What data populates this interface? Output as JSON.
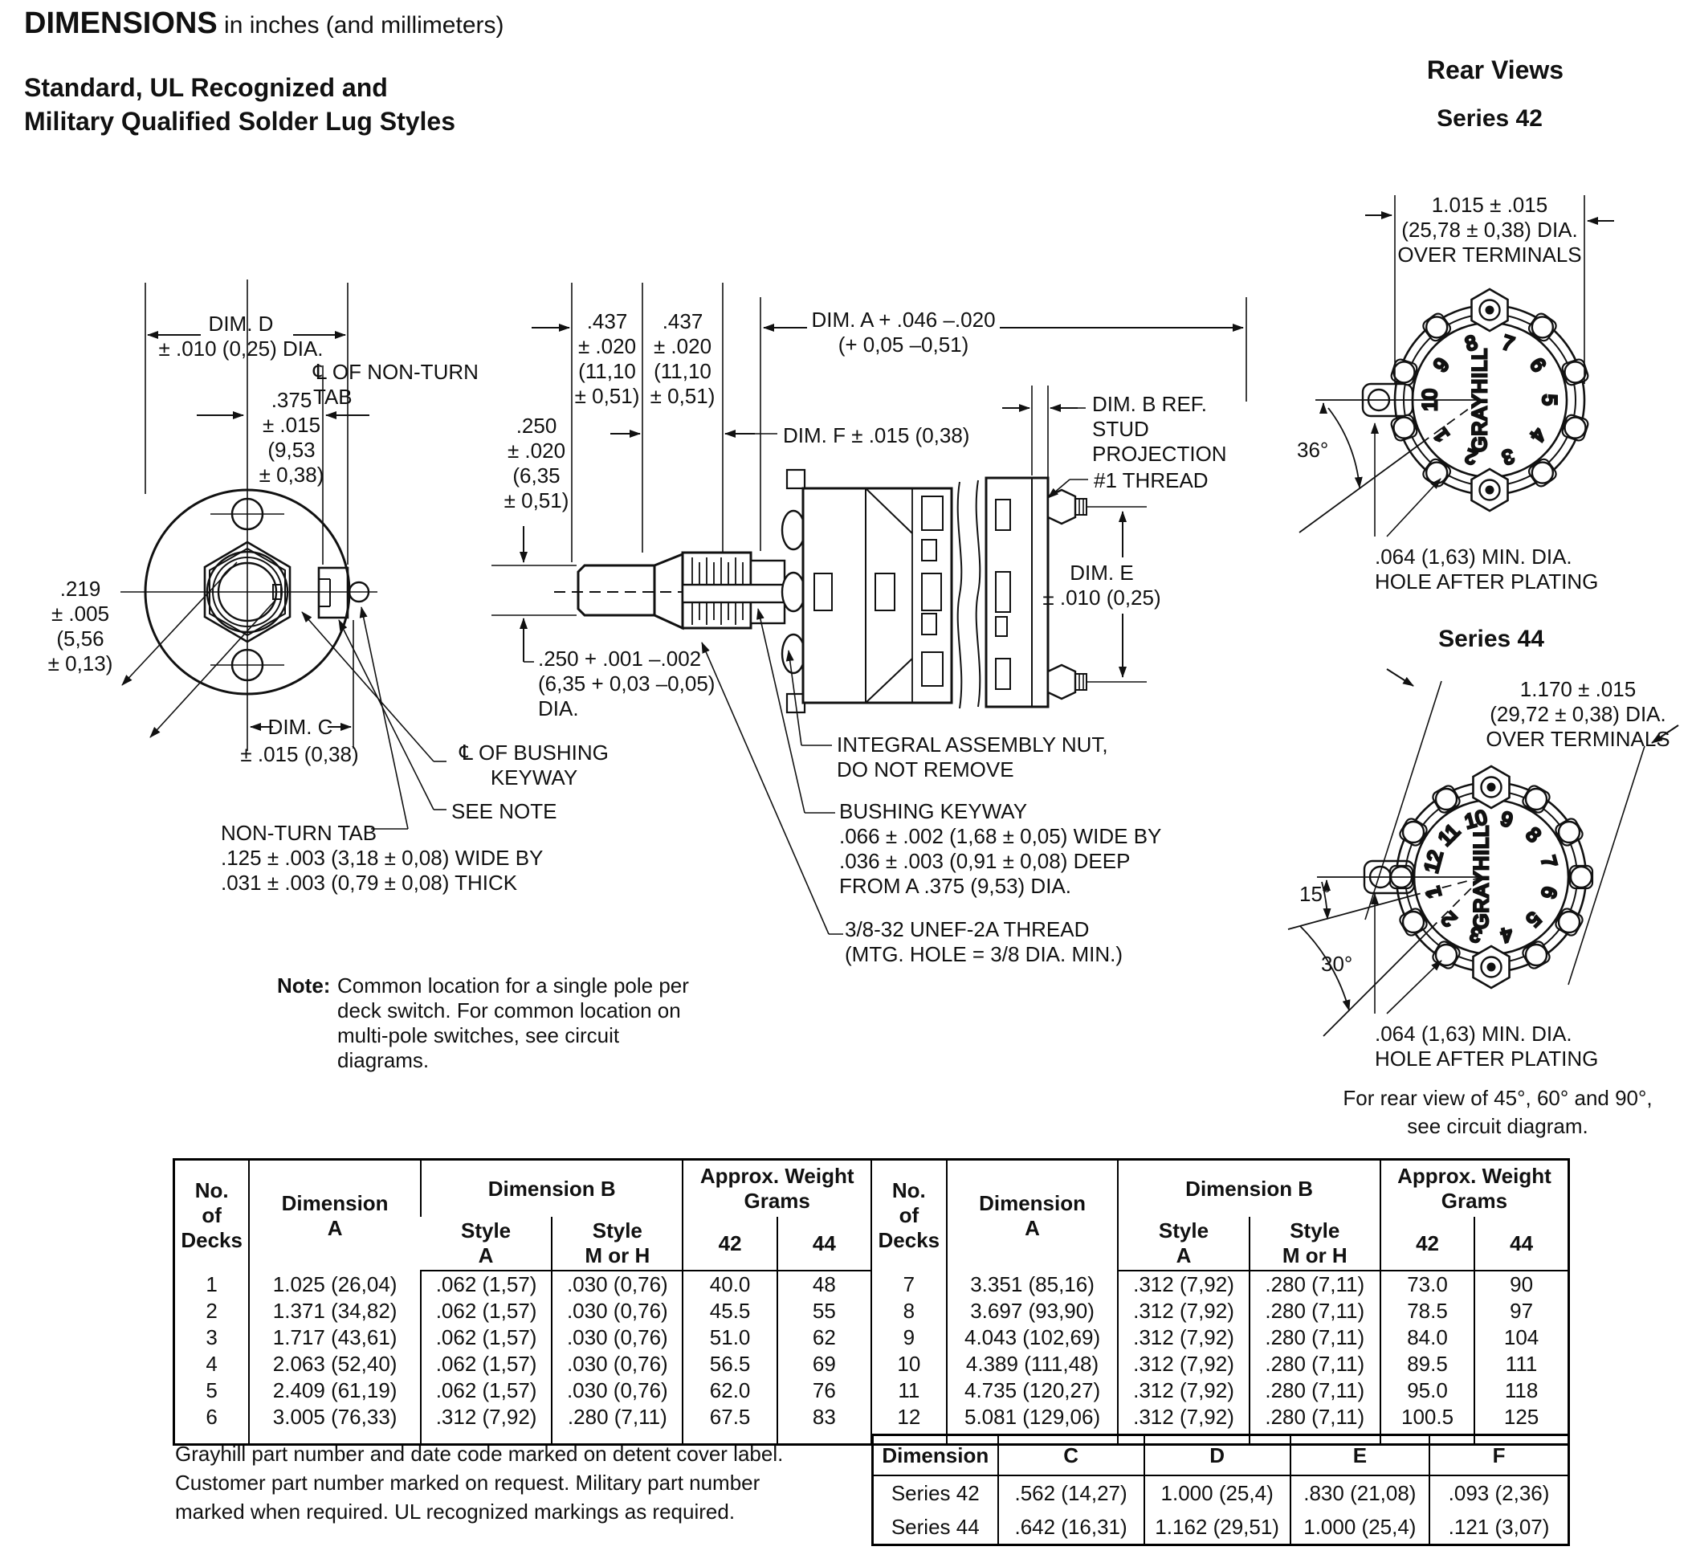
{
  "header": {
    "title": "DIMENSIONS",
    "title_suffix": " in inches (and millimeters)",
    "subtitle": "Standard, UL Recognized and\nMilitary Qualified Solder Lug Styles",
    "rear_views_heading": "Rear Views"
  },
  "front_view": {
    "dim_d": "DIM. D\n± .010 (0,25) DIA.",
    "centerline_non_turn": "℄ OF NON-TURN\nTAB",
    "dim_375": ".375\n± .015\n(9,53\n± 0,38)",
    "dim_219": ".219\n± .005\n(5,56\n± 0,13)",
    "dim_c": "DIM. C",
    "dim_c_tol": "± .015 (0,38)",
    "centerline_bushing": "℄ OF BUSHING\nKEYWAY",
    "see_note": "SEE NOTE",
    "non_turn_tab": "NON-TURN TAB\n.125 ± .003 (3,18 ± 0,08) WIDE BY\n.031 ± .003 (0,79 ± 0,08) THICK"
  },
  "side_view": {
    "dim_437_left": ".437\n± .020\n(11,10\n± 0,51)",
    "dim_437_right": ".437\n± .020\n(11,10\n± 0,51)",
    "dim_a": "DIM. A + .046 –.020\n(+ 0,05 –0,51)",
    "dim_250_shaft": ".250\n± .020\n(6,35\n± 0,51)",
    "dim_f": "DIM. F ± .015 (0,38)",
    "dim_b": "DIM. B REF.\nSTUD\nPROJECTION",
    "thread1": "#1 THREAD",
    "dim_e": "DIM. E\n± .010 (0,25)",
    "dim_250_bushing": ".250 + .001 –.002\n(6,35 + 0,03 –0,05)\nDIA.",
    "integral_nut": "INTEGRAL ASSEMBLY NUT,\nDO NOT REMOVE",
    "bushing_keyway": "BUSHING KEYWAY\n.066 ± .002 (1,68 ± 0,05) WIDE BY\n.036 ± .003 (0,91 ± 0,08) DEEP\nFROM A .375 (9,53) DIA.",
    "thread_spec": "3/8-32 UNEF-2A THREAD\n(MTG. HOLE = 3/8 DIA. MIN.)",
    "note_label": "Note:",
    "note_text": "Common location for a single pole per\ndeck switch. For common location on\nmulti-pole switches, see circuit\ndiagrams."
  },
  "series42": {
    "label": "Series 42",
    "dia": "1.015 ± .015\n(25,78 ± 0,38) DIA.\nOVER TERMINALS",
    "angle": "36°",
    "brand": "GRAYHILL",
    "positions": [
      "1",
      "2",
      "3",
      "4",
      "5",
      "6",
      "7",
      "8",
      "9",
      "10"
    ],
    "hole_note": ".064 (1,63) MIN. DIA.\nHOLE AFTER PLATING"
  },
  "series44": {
    "label": "Series 44",
    "dia": "1.170 ± .015\n(29,72 ± 0,38) DIA.\nOVER TERMINALS",
    "angle15": "15°",
    "angle30": "30°",
    "brand": "GRAYHILL",
    "positions": [
      "1",
      "2",
      "3",
      "4",
      "5",
      "6",
      "7",
      "8",
      "9",
      "10",
      "11",
      "12"
    ],
    "hole_note": ".064 (1,63) MIN. DIA.\nHOLE AFTER PLATING",
    "rear_view_note": "For rear view of 45°, 60° and 90°,\nsee circuit diagram."
  },
  "main_table": {
    "headers": {
      "decks": "No.\nof\nDecks",
      "dim_a": "Dimension\nA",
      "dim_b": "Dimension B",
      "style_a": "Style\nA",
      "style_mh": "Style\nM or H",
      "weight": "Approx. Weight\nGrams",
      "w42": "42",
      "w44": "44"
    },
    "rows_left": [
      [
        "1",
        "1.025 (26,04)",
        ".062 (1,57)",
        ".030 (0,76)",
        "40.0",
        "48"
      ],
      [
        "2",
        "1.371 (34,82)",
        ".062 (1,57)",
        ".030 (0,76)",
        "45.5",
        "55"
      ],
      [
        "3",
        "1.717 (43,61)",
        ".062 (1,57)",
        ".030 (0,76)",
        "51.0",
        "62"
      ],
      [
        "4",
        "2.063 (52,40)",
        ".062 (1,57)",
        ".030 (0,76)",
        "56.5",
        "69"
      ],
      [
        "5",
        "2.409 (61,19)",
        ".062 (1,57)",
        ".030 (0,76)",
        "62.0",
        "76"
      ],
      [
        "6",
        "3.005 (76,33)",
        ".312 (7,92)",
        ".280 (7,11)",
        "67.5",
        "83"
      ]
    ],
    "rows_right": [
      [
        "7",
        "3.351 (85,16)",
        ".312 (7,92)",
        ".280 (7,11)",
        "73.0",
        "90"
      ],
      [
        "8",
        "3.697 (93,90)",
        ".312 (7,92)",
        ".280 (7,11)",
        "78.5",
        "97"
      ],
      [
        "9",
        "4.043 (102,69)",
        ".312 (7,92)",
        ".280 (7,11)",
        "84.0",
        "104"
      ],
      [
        "10",
        "4.389 (111,48)",
        ".312 (7,92)",
        ".280 (7,11)",
        "89.5",
        "111"
      ],
      [
        "11",
        "4.735 (120,27)",
        ".312 (7,92)",
        ".280 (7,11)",
        "95.0",
        "118"
      ],
      [
        "12",
        "5.081 (129,06)",
        ".312 (7,92)",
        ".280 (7,11)",
        "100.5",
        "125"
      ]
    ]
  },
  "footer_text": "Grayhill part number and date code marked on detent cover label.\nCustomer part number marked on request. Military part number\nmarked when required. UL recognized markings as required.",
  "dim_table": {
    "headers": [
      "Dimension",
      "C",
      "D",
      "E",
      "F"
    ],
    "rows": [
      [
        "Series 42",
        ".562 (14,27)",
        "1.000 (25,4)",
        ".830 (21,08)",
        ".093 (2,36)"
      ],
      [
        "Series 44",
        ".642 (16,31)",
        "1.162 (29,51)",
        "1.000 (25,4)",
        ".121 (3,07)"
      ]
    ]
  }
}
